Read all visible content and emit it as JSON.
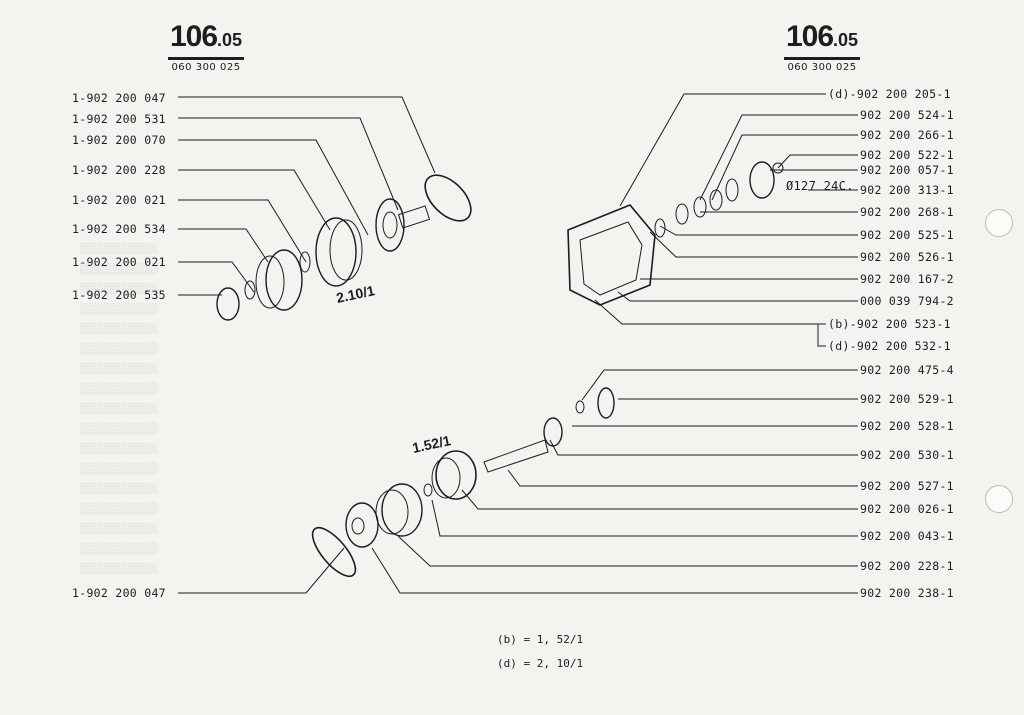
{
  "header_left": {
    "number": "106",
    "suffix": ".05",
    "code": "060 300 025"
  },
  "header_right": {
    "number": "106",
    "suffix": ".05",
    "code": "060 300 025"
  },
  "left_parts": [
    "1-902 200 047",
    "1-902 200 531",
    "1-902 200 070",
    "1-902 200 228",
    "1-902 200 021",
    "1-902 200 534",
    "1-902 200 021",
    "1-902 200 535"
  ],
  "left_bottom_part": "1-902 200 047",
  "right_parts": [
    "(d)-902 200 205-1",
    "902 200 524-1",
    "902 200 266-1",
    "902 200 522-1",
    "902 200 057-1",
    "902 200 313-1",
    "902 200 268-1",
    "902 200 525-1",
    "902 200 526-1",
    "902 200 167-2",
    "000 039 794-2",
    "(b)-902 200 523-1",
    "(d)-902 200 532-1",
    "902 200 475-4",
    "902 200 529-1",
    "902 200 528-1",
    "902 200 530-1",
    "902 200 527-1",
    "902 200 026-1",
    "902 200 043-1",
    "902 200 228-1",
    "902 200 238-1"
  ],
  "dimension_label": "Ø127 24C.",
  "ratio_upper": "2.10/1",
  "ratio_lower": "1.52/1",
  "legend": [
    "(b) = 1, 52/1",
    "(d) = 2, 10/1"
  ]
}
